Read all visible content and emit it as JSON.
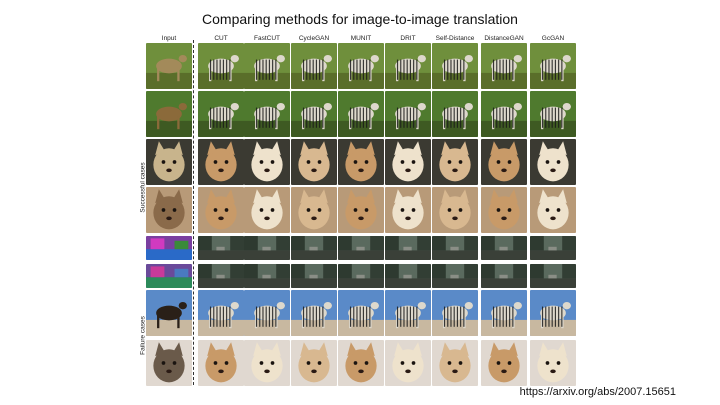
{
  "title": "Comparing methods for image-to-image translation",
  "columns": [
    "Input",
    "CUT",
    "FastCUT",
    "CycleGAN",
    "MUNIT",
    "DRIT",
    "Self-Distance",
    "DistanceGAN",
    "GcGAN"
  ],
  "row_groups": {
    "success_label": "Successful cases",
    "failure_label": "Failure cases"
  },
  "rows": [
    {
      "kind": "horse-zebra",
      "palette": [
        "#6f8f3c",
        "#a38a5a",
        "#5a6e2a",
        "#c8b27a"
      ]
    },
    {
      "kind": "horse-zebra",
      "palette": [
        "#4f7a2e",
        "#8b6a3a",
        "#3e5a22",
        "#c9c08a"
      ]
    },
    {
      "kind": "cat-dog",
      "palette": [
        "#3b3a32",
        "#8a7a5c",
        "#c8b48c",
        "#5e5a46"
      ]
    },
    {
      "kind": "cat-dog",
      "palette": [
        "#b89a78",
        "#e8d8c0",
        "#8a6a4a",
        "#d8c8a8"
      ]
    },
    {
      "kind": "label-street",
      "palette": [
        "#7a3fa0",
        "#2a6ac8",
        "#d03ac0",
        "#3a8a3a"
      ]
    },
    {
      "kind": "label-street",
      "palette": [
        "#6a4a9a",
        "#2c8a5a",
        "#c83a9a",
        "#4a7ac0"
      ]
    },
    {
      "kind": "horse-zebra",
      "palette": [
        "#5a8ac8",
        "#2a2018",
        "#c8b8a0",
        "#8aa8d0"
      ]
    },
    {
      "kind": "cat-dog",
      "palette": [
        "#e0d8d0",
        "#b8a898",
        "#6a5a4a",
        "#f0ece6"
      ]
    }
  ],
  "footer_url": "https://arxiv.org/abs/2007.15651"
}
